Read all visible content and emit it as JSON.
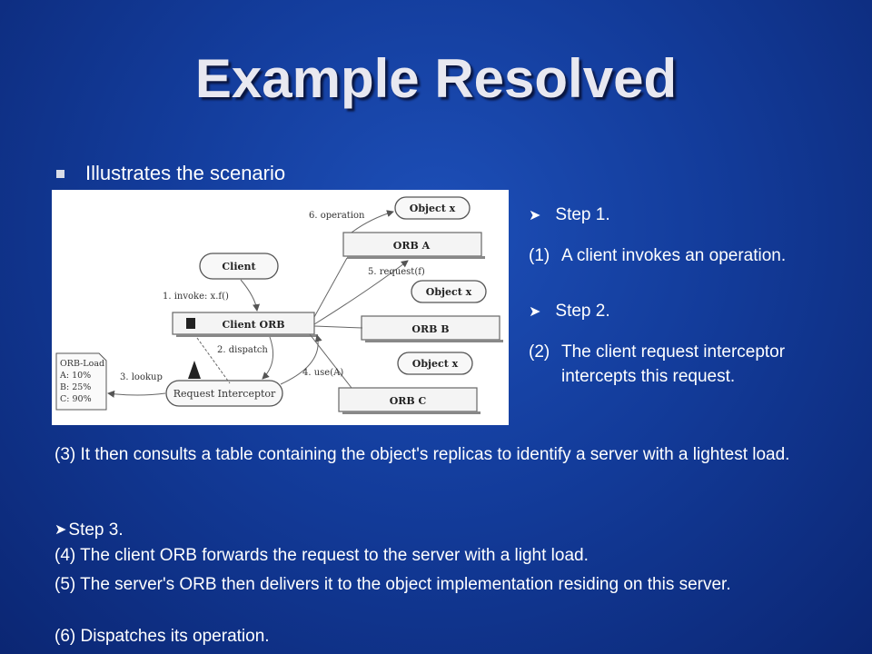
{
  "slide": {
    "title": "Example Resolved",
    "bullet": "Illustrates the scenario"
  },
  "diagram": {
    "object_x_labels": [
      "Object x",
      "Object x",
      "Object x"
    ],
    "orb_a": "ORB A",
    "orb_b": "ORB B",
    "orb_c": "ORB C",
    "client": "Client",
    "client_orb": "Client ORB",
    "request_interceptor": "Request Interceptor",
    "orb_load": [
      "ORB-Load",
      "A: 10%",
      "B: 25%",
      "C: 90%"
    ],
    "edges": {
      "operation": "6. operation",
      "request": "5. request(f)",
      "invoke": "1. invoke: x.f()",
      "dispatch": "2. dispatch",
      "lookup": "3. lookup",
      "use": "4. use(A)"
    }
  },
  "steps": {
    "step1_head": "Step 1.",
    "step1_num": "(1)",
    "step1_text": "A client invokes an operation.",
    "step2_head": "Step 2.",
    "step2_num": "(2)",
    "step2_text_line1": "The client request interceptor",
    "step2_text_line2": "intercepts this request.",
    "para3": "(3) It then consults a table containing the object's replicas to identify a server with a lightest load.",
    "step3_head": "Step 3.",
    "line4": "(4) The client ORB forwards the request to the server with a light load.",
    "line5": "(5) The server's ORB then delivers it to the object implementation residing on this server.",
    "line6": "(6) Dispatches its operation."
  },
  "icons": {
    "bullet": "square-bullet-icon",
    "step_arrow": "arrowhead-bullet-icon"
  }
}
